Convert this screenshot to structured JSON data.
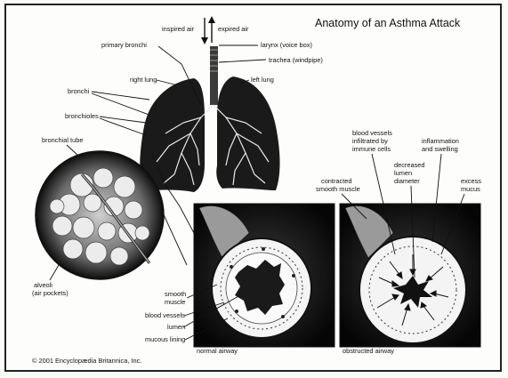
{
  "title": "Anatomy of an Asthma Attack",
  "labels": {
    "inspired_air": "inspired air",
    "expired_air": "expired air",
    "primary_bronchi": "primary bronchi",
    "larynx": "larynx (voice box)",
    "trachea": "trachea (windpipe)",
    "right_lung": "right lung",
    "left_lung": "left lung",
    "bronchi": "bronchi",
    "bronchioles": "bronchioles",
    "bronchial_tube": "bronchial tube",
    "alveoli_1": "alveoli",
    "alveoli_2": "(air pockets)",
    "smooth_muscle_1": "smooth",
    "smooth_muscle_2": "muscle",
    "blood_vessels": "blood vessels",
    "lumen": "lumen",
    "mucous_lining": "mucous lining",
    "normal_airway": "normal airway",
    "obstructed_airway": "obstructed airway",
    "contracted_1": "contracted",
    "contracted_2": "smooth muscle",
    "bv_infiltrated_1": "blood vessels",
    "bv_infiltrated_2": "infiltrated by",
    "bv_infiltrated_3": "immune cells",
    "decreased_1": "decreased",
    "decreased_2": "lumen",
    "decreased_3": "diameter",
    "inflammation_1": "inflammation",
    "inflammation_2": "and swelling",
    "excess_1": "excess",
    "excess_2": "mucus"
  },
  "copyright": "© 2001 Encyclopædia Britannica, Inc."
}
